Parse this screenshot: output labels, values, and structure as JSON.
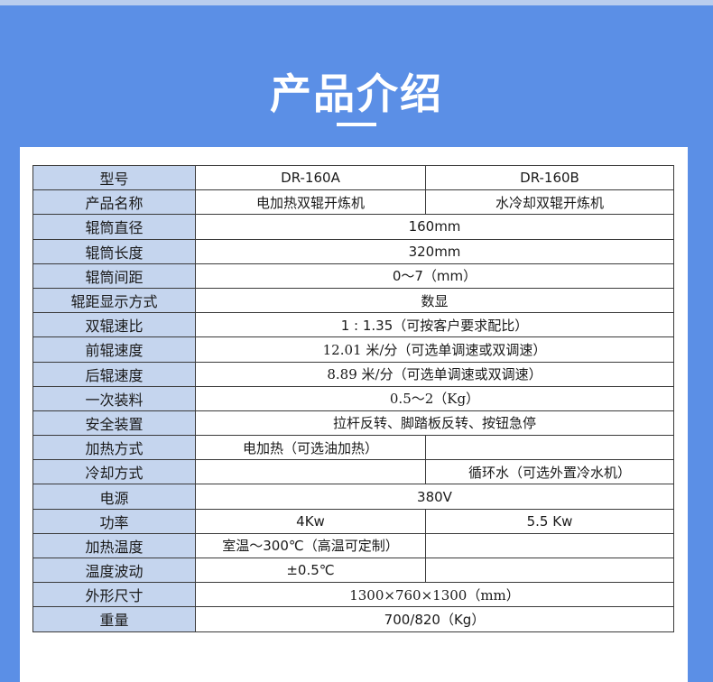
{
  "heading": "产品介绍",
  "rows": [
    {
      "label": "型号",
      "a": "DR-160A",
      "b": "DR-160B"
    },
    {
      "label": "产品名称",
      "a": "电加热双辊开炼机",
      "b": "水冷却双辊开炼机"
    },
    {
      "label": "辊筒直径",
      "all": "160mm"
    },
    {
      "label": "辊筒长度",
      "all": "320mm"
    },
    {
      "label": "辊筒间距",
      "all": "0～7（mm）"
    },
    {
      "label": "辊距显示方式",
      "all": "数显"
    },
    {
      "label": "双辊速比",
      "all": "1 : 1.35（可按客户要求配比）"
    },
    {
      "label": "前辊速度",
      "all": "12.01 米/分（可选单调速或双调速）"
    },
    {
      "label": "后辊速度",
      "all": "8.89 米/分（可选单调速或双调速）"
    },
    {
      "label": "一次装料",
      "all": "0.5～2（Kg）"
    },
    {
      "label": "安全装置",
      "all": "拉杆反转、脚踏板反转、按钮急停"
    },
    {
      "label": "加热方式",
      "a": "电加热（可选油加热）",
      "b": ""
    },
    {
      "label": "冷却方式",
      "a": "",
      "b": "循环水（可选外置冷水机）"
    },
    {
      "label": "电源",
      "all": "380V"
    },
    {
      "label": "功率",
      "a": "4Kw",
      "b": "5.5 Kw"
    },
    {
      "label": "加热温度",
      "a": "室温～300℃（高温可定制）",
      "b": ""
    },
    {
      "label": "温度波动",
      "a": "±0.5℃",
      "b": ""
    },
    {
      "label": "外形尺寸",
      "all": "1300×760×1300（mm）"
    },
    {
      "label": "重量",
      "all": "700/820（Kg）"
    }
  ]
}
